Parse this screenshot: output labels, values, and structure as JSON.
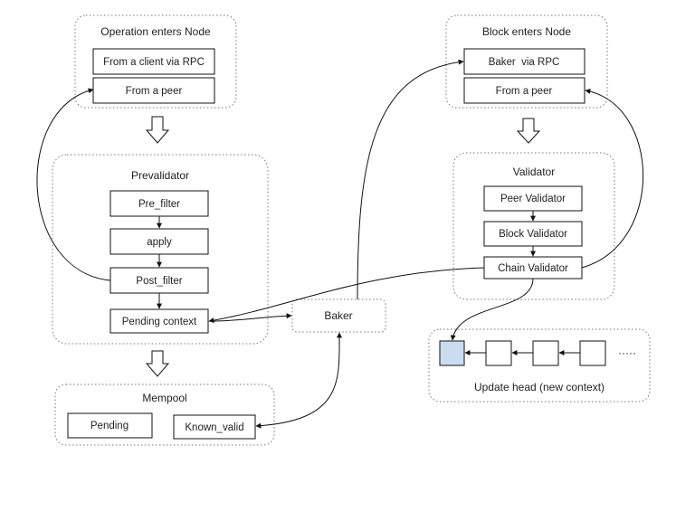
{
  "operation_group": {
    "title": "Operation enters Node",
    "items": [
      "From a client via RPC",
      "From a peer"
    ]
  },
  "block_group": {
    "title": "Block enters Node",
    "items": [
      "Baker  via RPC",
      "From a peer"
    ]
  },
  "prevalidator": {
    "title": "Prevalidator",
    "steps": [
      "Pre_filter",
      "apply",
      "Post_filter",
      "Pending context"
    ]
  },
  "validator": {
    "title": "Validator",
    "steps": [
      "Peer Validator",
      "Block Validator",
      "Chain Validator"
    ]
  },
  "mempool": {
    "title": "Mempool",
    "items": [
      "Pending",
      "Known_valid"
    ]
  },
  "baker": {
    "label": "Baker"
  },
  "update_head": {
    "label": "Update head (new context)",
    "ellipsis": "·····",
    "highlight_color": "#c9dcf0"
  }
}
